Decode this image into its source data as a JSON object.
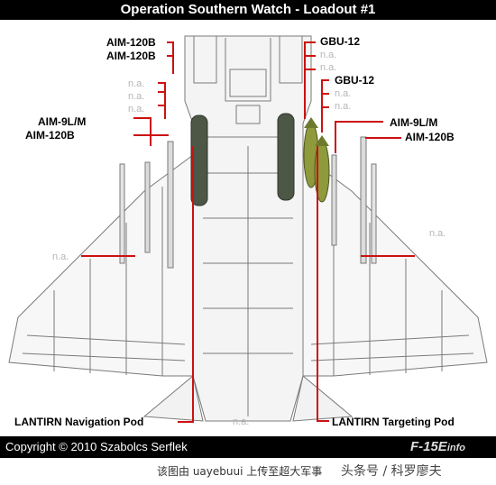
{
  "title": "Operation Southern Watch - Loadout #1",
  "copyright": "Copyright © 2010 Szabolcs Serflek",
  "logo": {
    "main": "F-15E",
    "sub": "info"
  },
  "caption": {
    "left": "该图由 uayebuui 上传至超大军事",
    "right": "头条号 / 科罗廖夫"
  },
  "labels": {
    "aim120b_1": "AIM-120B",
    "aim120b_2": "AIM-120B",
    "na_l1": "n.a.",
    "na_l2": "n.a.",
    "na_l3": "n.a.",
    "aim9_left": "AIM-9L/M",
    "aim120b_left": "AIM-120B",
    "na_left_wing": "n.a.",
    "nav_pod": "LANTIRN Navigation Pod",
    "na_center": "n.a.",
    "gbu12_1": "GBU-12",
    "na_r1": "n.a.",
    "na_r2": "n.a.",
    "gbu12_2": "GBU-12",
    "na_r3": "n.a.",
    "na_r4": "n.a.",
    "aim9_right": "AIM-9L/M",
    "aim120b_right": "AIM-120B",
    "na_right_wing": "n.a.",
    "tgt_pod": "LANTIRN Targeting Pod"
  },
  "colors": {
    "leader": "#cc1111",
    "airframe": "#7a7a7a",
    "store_dark": "#4d5746",
    "store_olive": "#8e9a3c"
  }
}
